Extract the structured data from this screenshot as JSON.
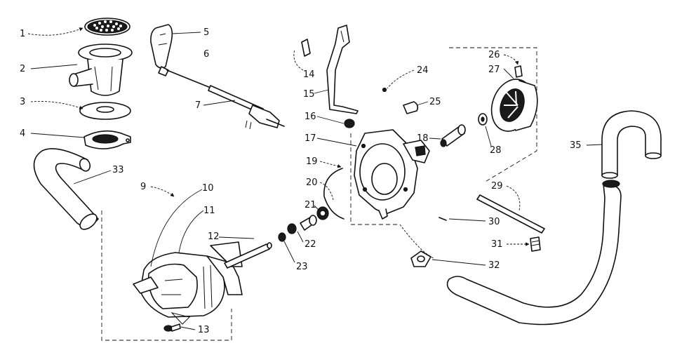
{
  "diagram": {
    "part_labels": [
      "1",
      "2",
      "3",
      "4",
      "5",
      "6",
      "7",
      "9",
      "10",
      "11",
      "12",
      "13",
      "14",
      "15",
      "16",
      "17",
      "18",
      "19",
      "20",
      "21",
      "22",
      "23",
      "24",
      "25",
      "26",
      "27",
      "28",
      "29",
      "30",
      "31",
      "32",
      "33",
      "35"
    ]
  }
}
